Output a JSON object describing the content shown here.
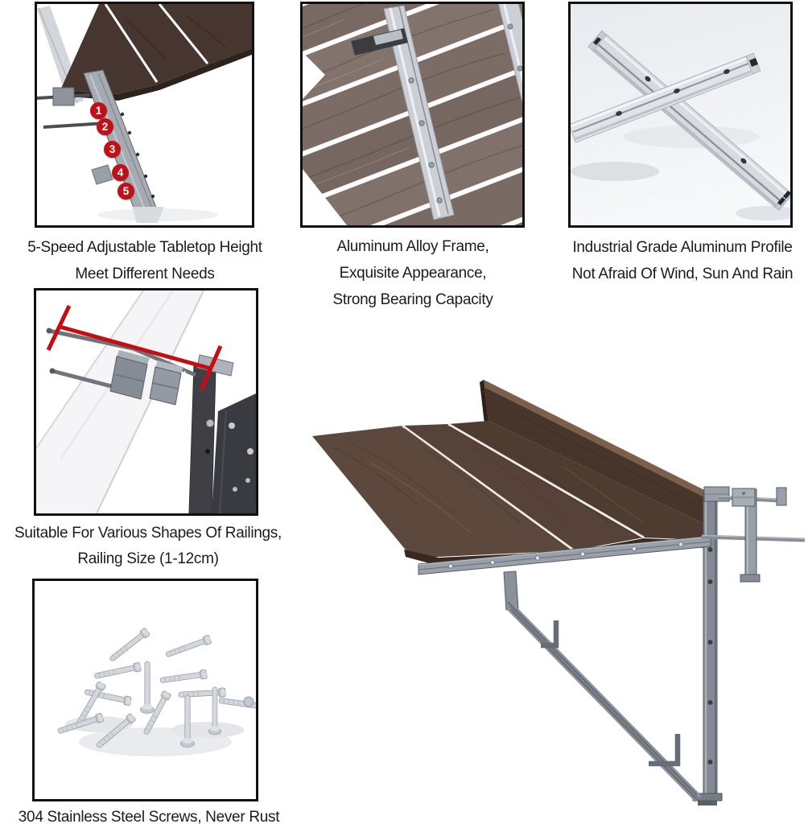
{
  "page": {
    "background": "#ffffff"
  },
  "colors": {
    "frame_border": "#111111",
    "caption_text": "#1c1c1c",
    "badge_red": "#bf1117",
    "annotation_red": "#c60d12",
    "wood_dark": "#4b372c",
    "metal_gray": "#9aa0a9"
  },
  "features": [
    {
      "id": "height-adjustable",
      "image": "table-corner-with-five-height-positions",
      "caption_lines": [
        "5-Speed Adjustable Tabletop Height",
        "Meet Different Needs"
      ],
      "badges": [
        "1",
        "2",
        "3",
        "4",
        "5"
      ]
    },
    {
      "id": "aluminum-frame",
      "image": "wood-grain-planks-with-aluminum-rails",
      "caption_lines": [
        "Aluminum Alloy Frame,",
        "Exquisite Appearance,",
        "Strong Bearing Capacity"
      ]
    },
    {
      "id": "aluminum-profile",
      "image": "two-crossed-aluminum-profiles",
      "caption_lines": [
        "Industrial Grade Aluminum Profile",
        "Not Afraid Of Wind, Sun And Rain"
      ]
    },
    {
      "id": "railing-clamp",
      "image": "clamp-on-railing-with-red-size-annotation",
      "caption_lines": [
        "Suitable For Various Shapes Of Railings,",
        "Railing Size (1-12cm)"
      ]
    },
    {
      "id": "stainless-screws",
      "image": "pile-of-stainless-steel-screws",
      "caption_lines": [
        "304 Stainless Steel Screws, Never Rust"
      ]
    }
  ],
  "hero": {
    "image": "balcony-railing-hanging-table-assembled"
  }
}
